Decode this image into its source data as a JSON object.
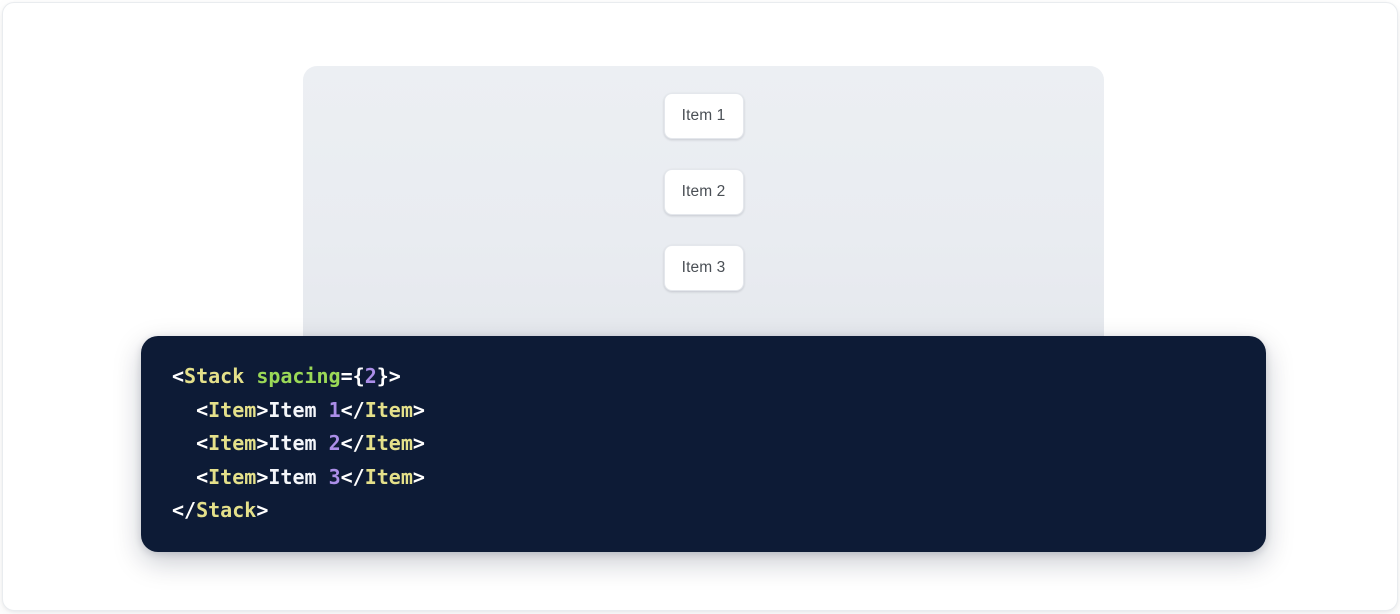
{
  "preview": {
    "panel_name": "stack-preview-surface",
    "background_color": "#eceff3",
    "stack": {
      "direction": "column",
      "spacing": 2,
      "items": [
        {
          "label": "Item 1"
        },
        {
          "label": "Item 2"
        },
        {
          "label": "Item 3"
        }
      ]
    }
  },
  "code_block": {
    "background_color": "#0d1b36",
    "language": "jsx",
    "plain_text": "<Stack spacing={2}>\n  <Item>Item 1</Item>\n  <Item>Item 2</Item>\n  <Item>Item 3</Item>\n</Stack>",
    "colors": {
      "punctuation": "#ffffff",
      "tag": "#e4e08a",
      "attribute": "#9bd957",
      "number": "#ab8ee8",
      "text": "#f4f6fa"
    },
    "lines": [
      {
        "indent": "",
        "tokens": [
          {
            "t": "<",
            "k": "punct"
          },
          {
            "t": "Stack",
            "k": "tag"
          },
          {
            "t": " ",
            "k": "punct"
          },
          {
            "t": "spacing",
            "k": "attr"
          },
          {
            "t": "={",
            "k": "punct"
          },
          {
            "t": "2",
            "k": "num"
          },
          {
            "t": "}>",
            "k": "punct"
          }
        ]
      },
      {
        "indent": "  ",
        "tokens": [
          {
            "t": "<",
            "k": "punct"
          },
          {
            "t": "Item",
            "k": "tag"
          },
          {
            "t": ">",
            "k": "punct"
          },
          {
            "t": "Item ",
            "k": "text"
          },
          {
            "t": "1",
            "k": "num"
          },
          {
            "t": "</",
            "k": "punct"
          },
          {
            "t": "Item",
            "k": "tag"
          },
          {
            "t": ">",
            "k": "punct"
          }
        ]
      },
      {
        "indent": "  ",
        "tokens": [
          {
            "t": "<",
            "k": "punct"
          },
          {
            "t": "Item",
            "k": "tag"
          },
          {
            "t": ">",
            "k": "punct"
          },
          {
            "t": "Item ",
            "k": "text"
          },
          {
            "t": "2",
            "k": "num"
          },
          {
            "t": "</",
            "k": "punct"
          },
          {
            "t": "Item",
            "k": "tag"
          },
          {
            "t": ">",
            "k": "punct"
          }
        ]
      },
      {
        "indent": "  ",
        "tokens": [
          {
            "t": "<",
            "k": "punct"
          },
          {
            "t": "Item",
            "k": "tag"
          },
          {
            "t": ">",
            "k": "punct"
          },
          {
            "t": "Item ",
            "k": "text"
          },
          {
            "t": "3",
            "k": "num"
          },
          {
            "t": "</",
            "k": "punct"
          },
          {
            "t": "Item",
            "k": "tag"
          },
          {
            "t": ">",
            "k": "punct"
          }
        ]
      },
      {
        "indent": "",
        "tokens": [
          {
            "t": "</",
            "k": "punct"
          },
          {
            "t": "Stack",
            "k": "tag"
          },
          {
            "t": ">",
            "k": "punct"
          }
        ]
      }
    ]
  }
}
